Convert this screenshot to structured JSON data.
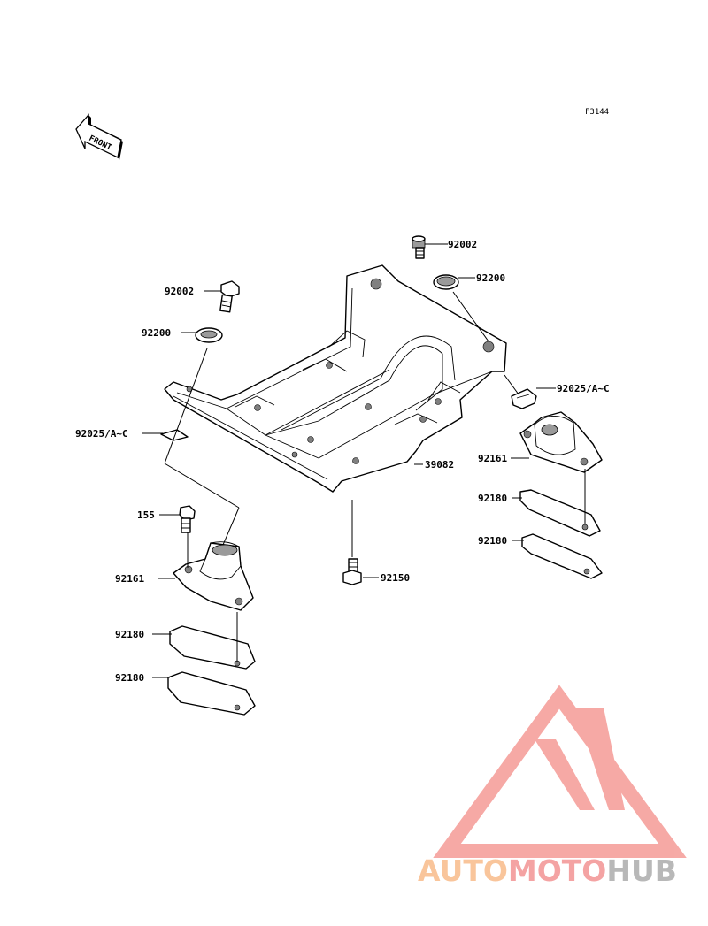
{
  "figure_code": "F3144",
  "front_arrow_label": "FRONT",
  "labels": {
    "bolt_top_right": "92002",
    "washer_top_right": "92200",
    "bolt_left": "92002",
    "washer_left": "92200",
    "clip_right": "92025/A~C",
    "clip_left": "92025/A~C",
    "mount_right": "92161",
    "bracket": "39082",
    "shim_right_1": "92180",
    "shim_right_2": "92180",
    "bolt_155": "155",
    "bolt_92150": "92150",
    "mount_left": "92161",
    "shim_left_1": "92180",
    "shim_left_2": "92180"
  },
  "watermark": {
    "part1": "AUTO",
    "part2": "MOTO",
    "part3": "HUB",
    "color_part1": "#f9c59b",
    "color_part2": "#f4a3a3",
    "color_part3": "#b8b8b8",
    "logo_color": "#f6a5a1"
  }
}
